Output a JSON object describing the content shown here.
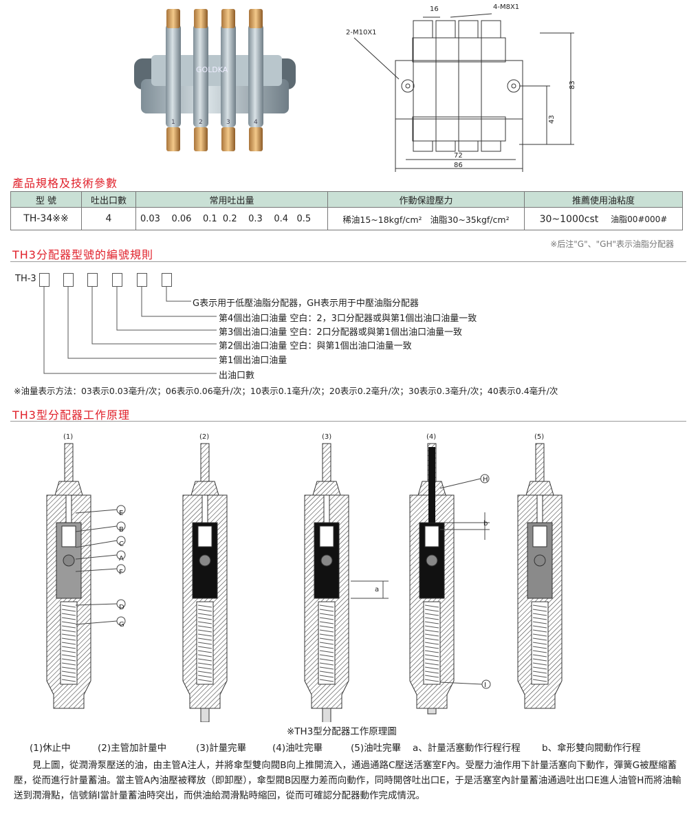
{
  "photo": {
    "brand": "GOLDKA",
    "outlets": [
      "1",
      "2",
      "3",
      "4"
    ]
  },
  "drawing": {
    "dim_16": "16",
    "thread_top": "4-M8X1",
    "thread_side": "2-M10X1",
    "dim_83": "83",
    "dim_43": "43",
    "dim_72": "72",
    "dim_86": "86"
  },
  "spec": {
    "title": "產品規格及技術參數",
    "headers": [
      "型 號",
      "吐出口數",
      "常用吐出量",
      "作動保證壓力",
      "推薦使用油粘度"
    ],
    "model": "TH-34※※",
    "outlets": "4",
    "volumes": [
      "0.03",
      "0.06",
      "0.1",
      "0.2",
      "0.3",
      "0.4",
      "0.5"
    ],
    "pressure_thin": "稀油15~18kgf/cm²",
    "pressure_grease": "油脂30~35kgf/cm²",
    "viscosity": "30~1000cst",
    "grease_grade": "油脂00#000#",
    "footnote": "※后注\"G\"、\"GH\"表示油脂分配器"
  },
  "coding": {
    "title": "TH3分配器型號的編號規則",
    "prefix": "TH-3",
    "rules": [
      "G表示用于低壓油脂分配器，GH表示用于中壓油脂分配器",
      "第4個出油口油量  空白：2，3口分配器或與第1個出油口油量一致",
      "第3個出油口油量  空白：2口分配器或與第1個出油口油量一致",
      "第2個出油口油量  空白：與第1個出油口油量一致",
      "第1個出油口油量",
      "出油口數"
    ],
    "note": "※油量表示方法：03表示0.03毫升/次；06表示0.06毫升/次；10表示0.1毫升/次；20表示0.2毫升/次；30表示0.3毫升/次；40表示0.4毫升/次"
  },
  "principle": {
    "title": "TH3型分配器工作原理",
    "diagram_numbers": [
      "(1)",
      "(2)",
      "(3)",
      "(4)",
      "(5)"
    ],
    "callouts_1": [
      "E",
      "B",
      "C",
      "A",
      "F",
      "D",
      "G"
    ],
    "callout_a": "a",
    "callouts_4": [
      "H",
      "b",
      "I"
    ],
    "chamber_colors": [
      "#9a9a9a",
      "#111111",
      "#111111",
      "#111111",
      "#8a8a8a"
    ],
    "caption": "※TH3型分配器工作原理圖",
    "labels": [
      "(1)休止中",
      "(2)主管加計量中",
      "(3)計量完畢",
      "(4)油吐完畢",
      "(5)油吐完畢",
      "a、計量活塞動作行程行程",
      "b、傘形雙向閥動作行程"
    ],
    "paragraph": "見上圖，從潤滑泵壓送的油，由主管A注人，并將傘型雙向閥B向上推開流入，通過通路C壓送活塞室F內。受壓力油作用下計量活塞向下動作，彈簧G被壓縮蓄壓，從而進行計量蓄油。當主管A內油壓被釋放（即卸壓），傘型閥B因壓力差而向動作，同時開啓吐出口E，于是活塞室內計量蓄油通過吐出口E進人油管H而將油輸送到潤滑點，信號銷I當計量蓄油時突出，而供油給潤滑點時縮回，從而可確認分配器動作完成情況。"
  }
}
